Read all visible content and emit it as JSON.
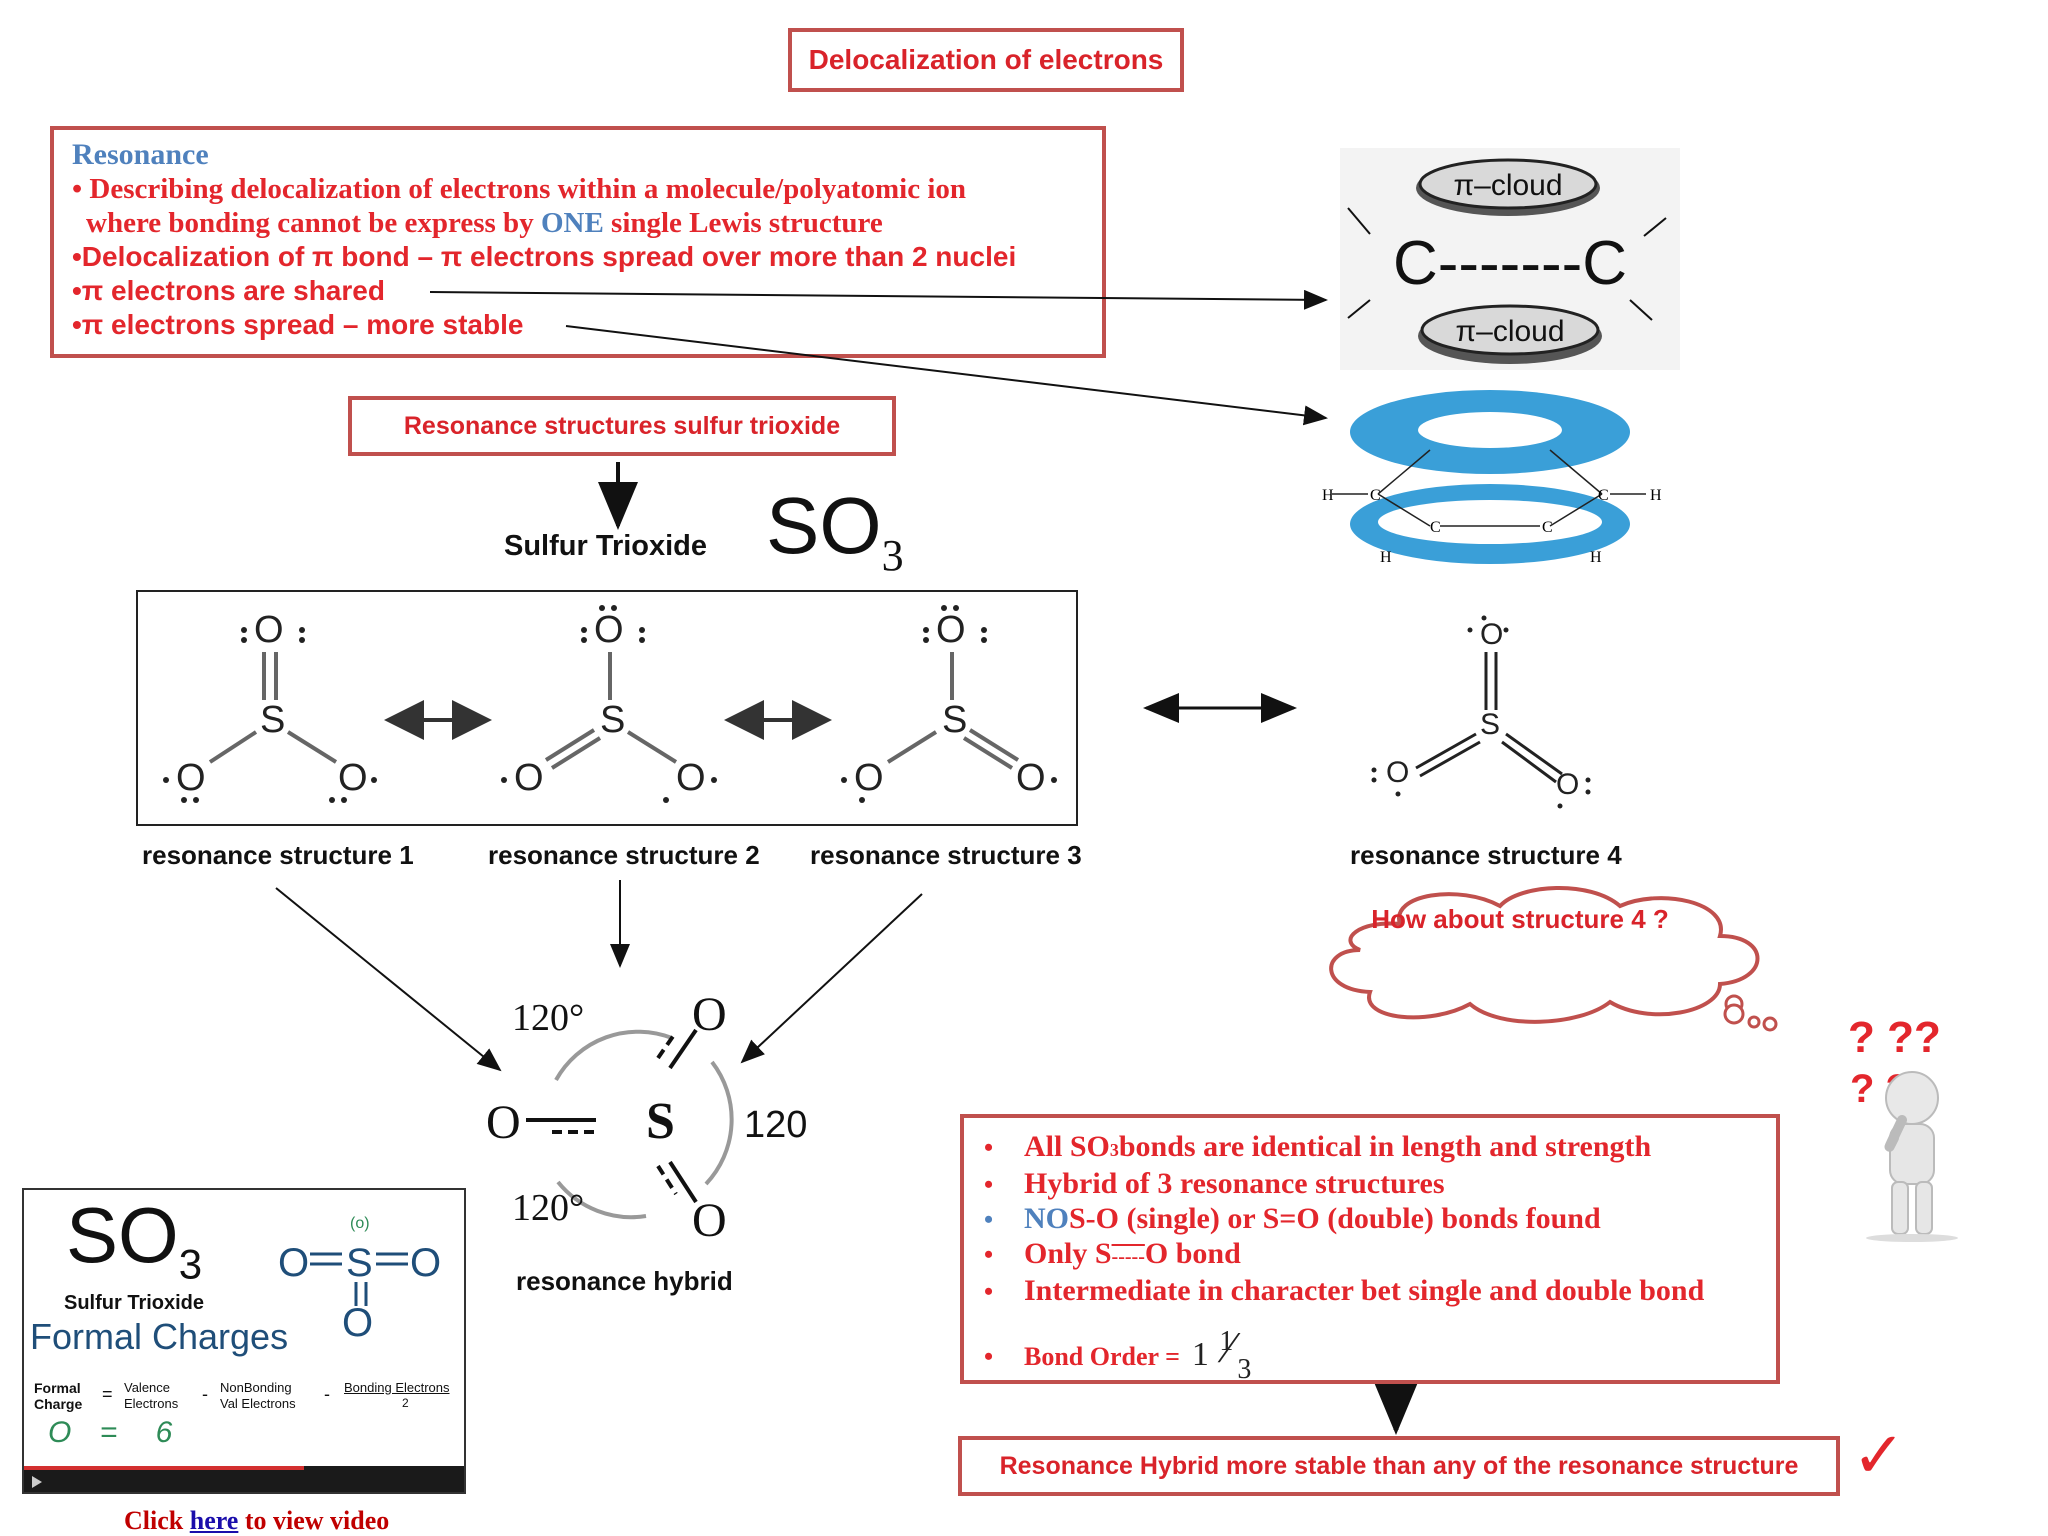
{
  "title": "Delocalization of electrons",
  "resonance": {
    "heading": "Resonance",
    "line1": "• Describing delocalization of electrons within a molecule/polyatomic ion",
    "line2a": "where bonding cannot be express by ",
    "line2b": "ONE",
    "line2c": " single Lewis structure",
    "line3": "•Delocalization of  π bond – π electrons spread over more than 2 nuclei",
    "line4": "•π electrons are shared",
    "line5": "•π electrons spread – more stable"
  },
  "pi_diagram": {
    "cloud_top": "π–cloud",
    "cloud_bottom": "π–cloud",
    "bond": "C-------C"
  },
  "ring_diagram": {
    "h_left": "H",
    "c_left": "C",
    "c_right": "C",
    "h_right": "H",
    "c_inner_left": "C",
    "c_inner_right": "C",
    "h_bottom_left": "H",
    "h_bottom_right": "H"
  },
  "subtitle_box": "Resonance structures sulfur trioxide",
  "molecule": {
    "name": "Sulfur Trioxide",
    "formula": "SO",
    "formula_sub": "3"
  },
  "atoms": {
    "S": "S",
    "O": "O"
  },
  "structures": {
    "label1": "resonance structure 1",
    "label2": "resonance structure 2",
    "label3": "resonance structure 3",
    "label4": "resonance structure 4"
  },
  "hybrid": {
    "angle_top": "120°",
    "angle_bottom": "120°",
    "angle_right": "120",
    "label": "resonance hybrid"
  },
  "thought": {
    "text": "How about structure 4 ?",
    "q_marks": "? ??",
    "q_marks_2": "? ?"
  },
  "summary": {
    "item1a": "All SO",
    "item1sub": "3",
    "item1b": " bonds are identical in length and strength",
    "item2": "Hybrid of 3 resonance structures",
    "item3a": "NO",
    "item3b": " S-O (single) or S=O (double) bonds found",
    "item4a": "Only S ",
    "item4b": "-----",
    "item4c": " O bond",
    "item5": "Intermediate in character bet single and double bond",
    "item6": "Bond Order = ",
    "order_whole": "1",
    "order_num": "1",
    "order_den": "3"
  },
  "final": "Resonance Hybrid more stable than any of the resonance structure",
  "check": "✓",
  "video": {
    "formula": "SO",
    "formula_sub": "3",
    "subtitle": "Sulfur Trioxide",
    "heading": "Formal Charges",
    "fc": "Formal Charge",
    "valence": "Valence Electrons",
    "nonbond": "NonBonding Val Electrons",
    "bonding": "Bonding Electrons",
    "two": "2",
    "eq": "=",
    "minus": "-",
    "hand_o": "O",
    "hand_eq": "=",
    "hand_6": "6",
    "charge": "(o)",
    "caption_pre": "Click ",
    "caption_link": "here",
    "caption_post": " to view video"
  },
  "colors": {
    "box_border": "#c0504d",
    "red_text": "#e3262c",
    "blue_text": "#4f81bd",
    "ring_blue": "#3a9fd8"
  }
}
